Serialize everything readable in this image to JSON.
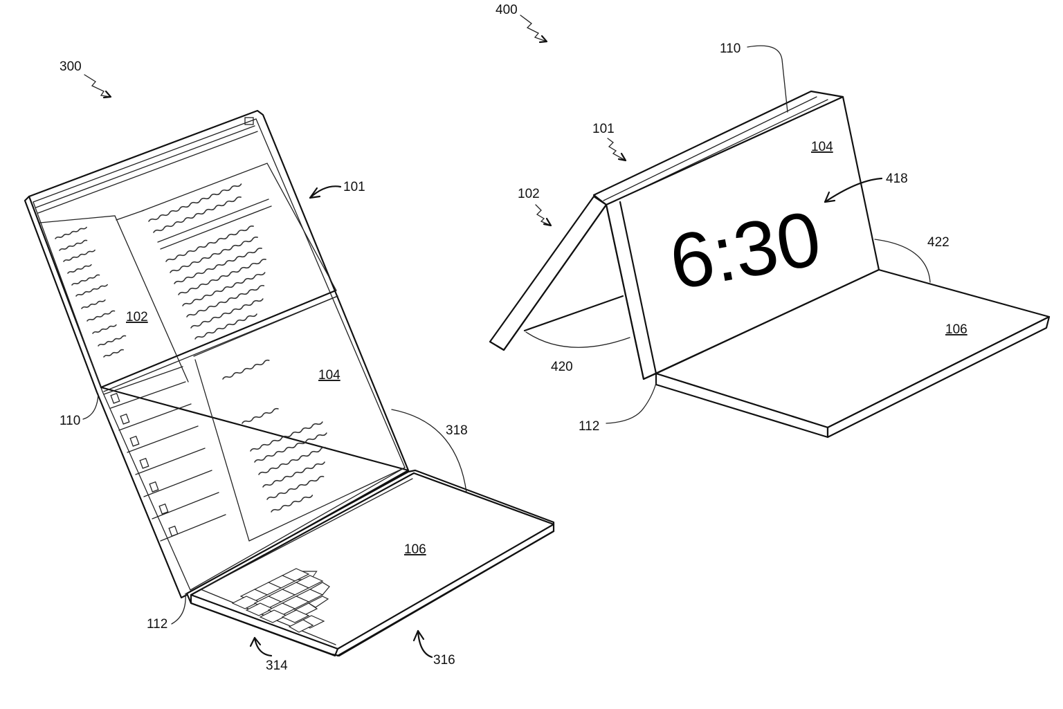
{
  "figure_300": {
    "figure_number": "300",
    "labels": {
      "device": "101",
      "display_top": "102",
      "display_bottom": "104",
      "hinge": "110",
      "keyboard_deck": "106",
      "corner": "112",
      "angle": "318",
      "edge_left": "314",
      "edge_right": "316"
    }
  },
  "figure_400": {
    "figure_number": "400",
    "labels": {
      "device": "101",
      "hinge_top": "110",
      "panel_a": "102",
      "panel_b": "104",
      "clock_ref": "418",
      "angle_left": "420",
      "angle_right": "422",
      "base": "106",
      "corner": "112"
    },
    "clock_text": "6:30"
  }
}
